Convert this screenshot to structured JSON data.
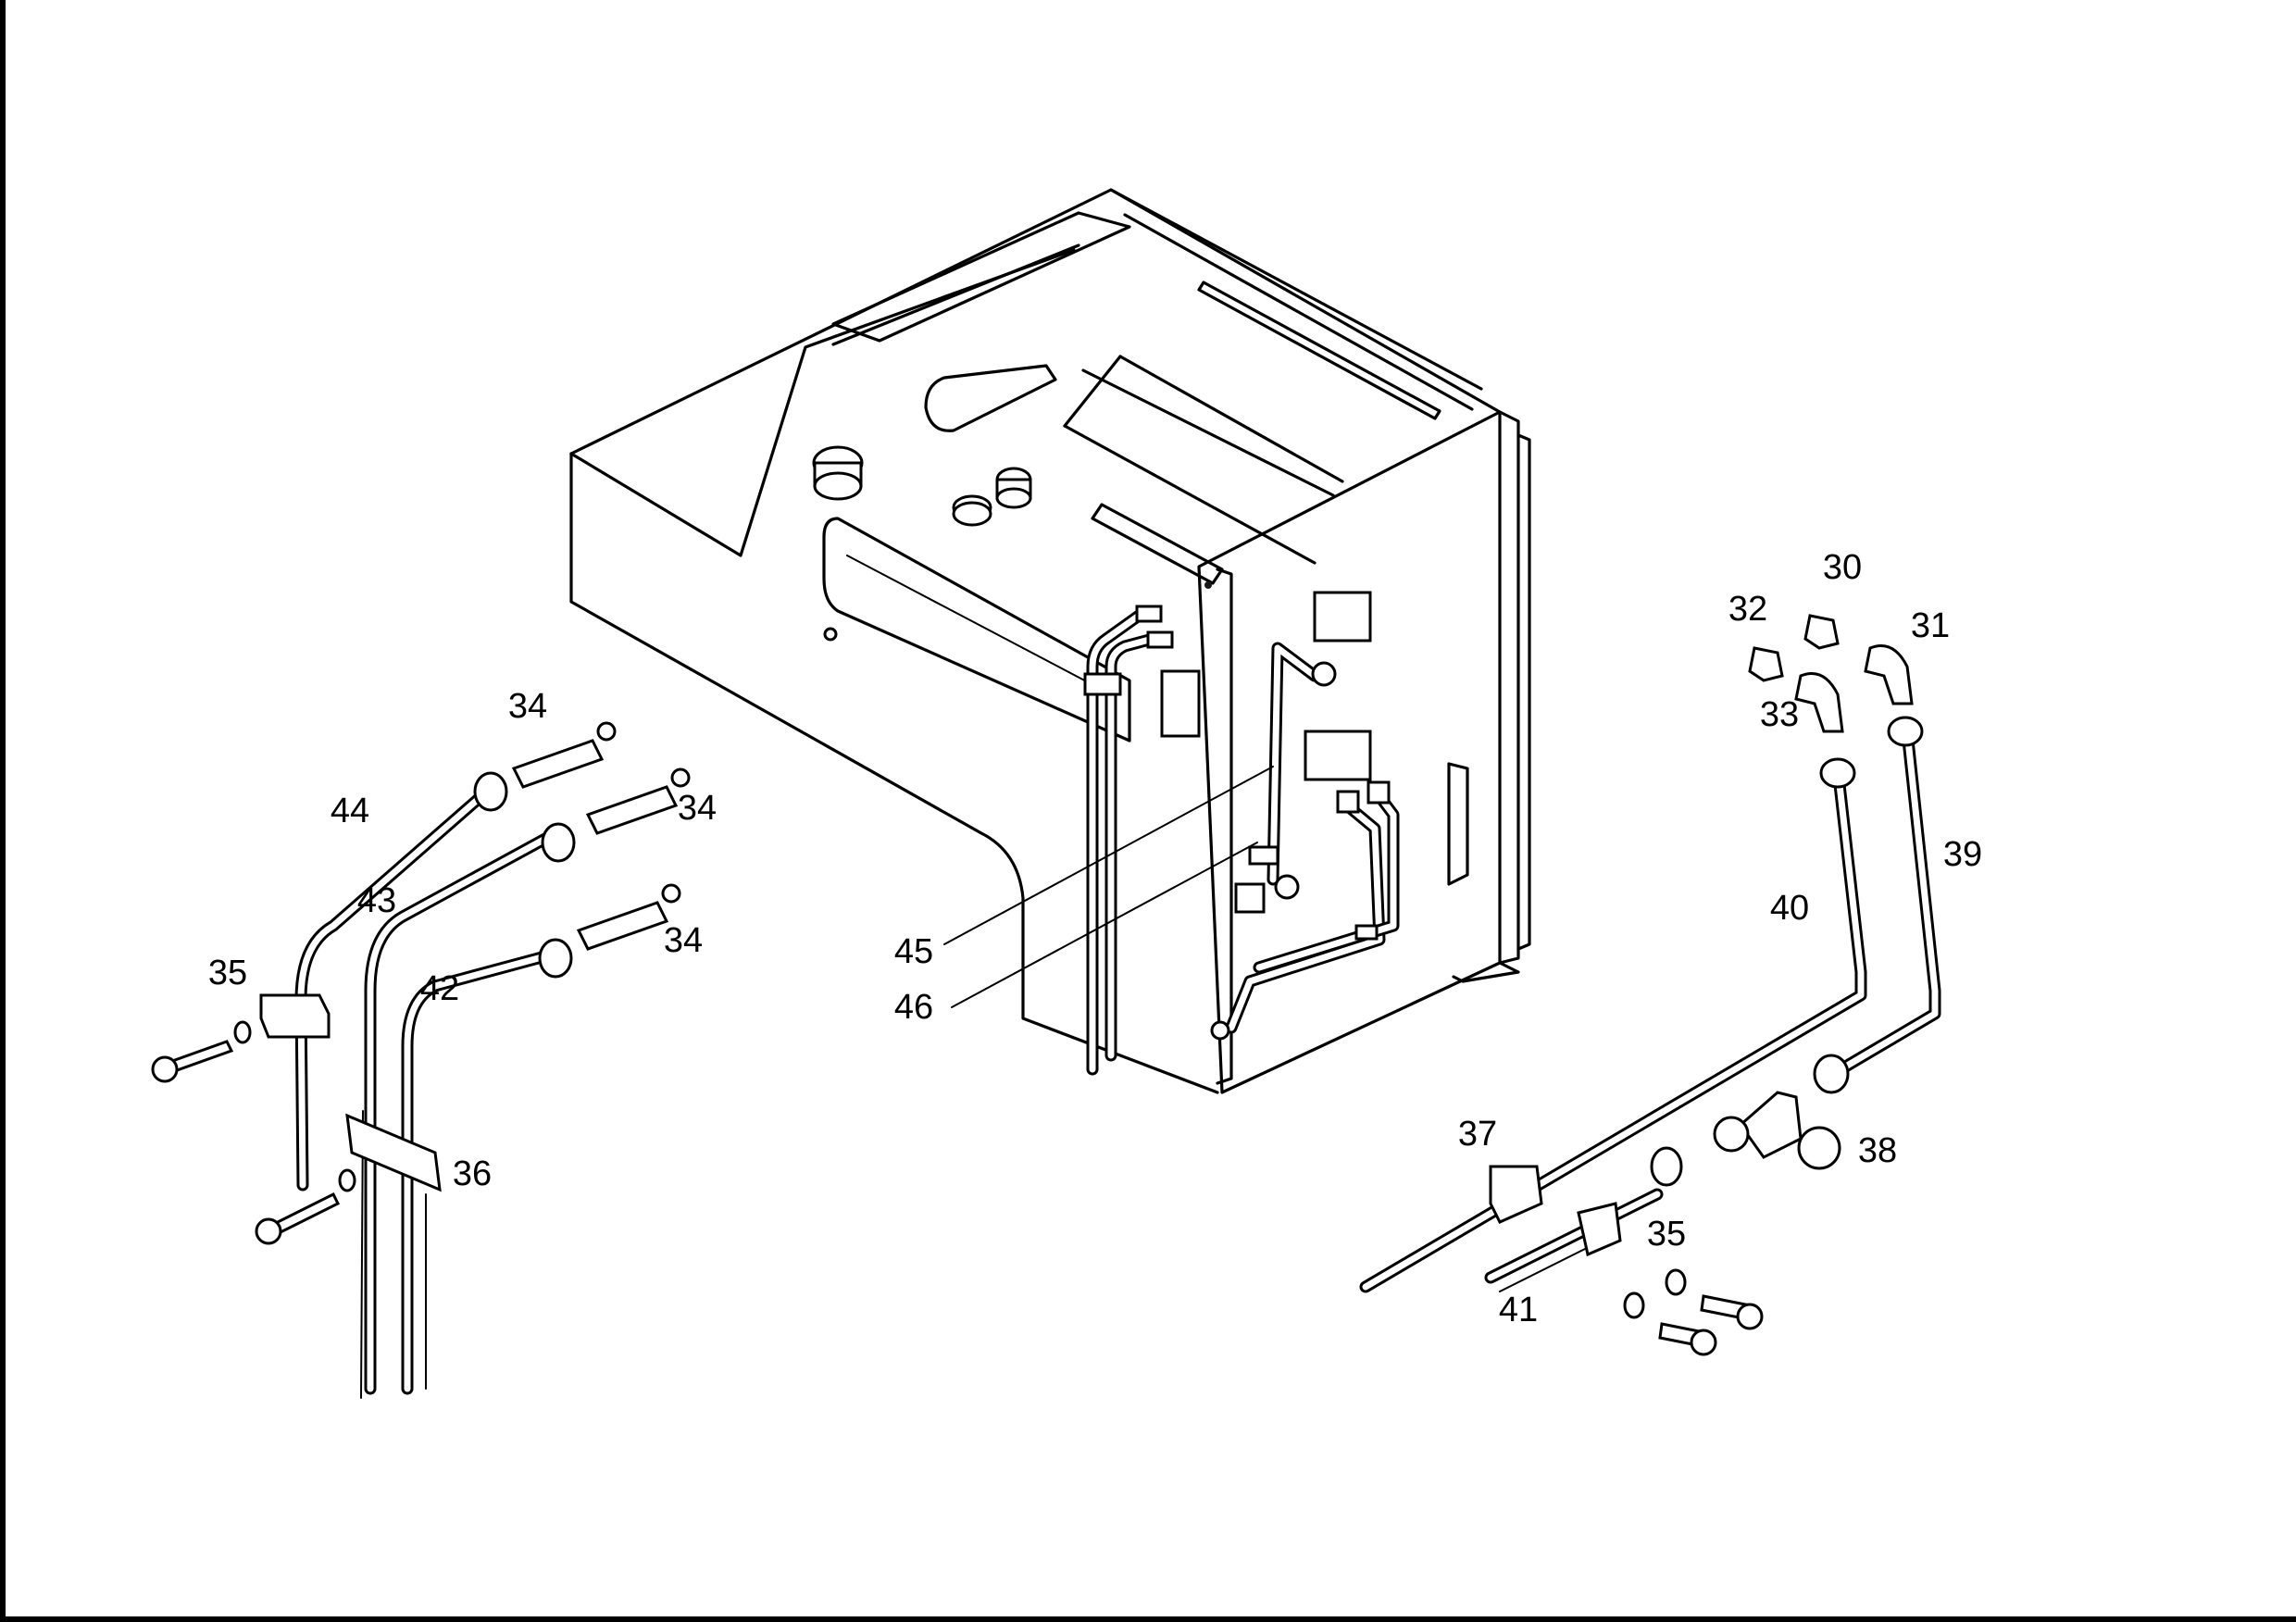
{
  "colors": {
    "background": "#ffffff",
    "ink": "#000000"
  },
  "callouts": [
    {
      "id": "c30",
      "text": "30"
    },
    {
      "id": "c31",
      "text": "31"
    },
    {
      "id": "c32",
      "text": "32"
    },
    {
      "id": "c33",
      "text": "33"
    },
    {
      "id": "c34a",
      "text": "34"
    },
    {
      "id": "c34b",
      "text": "34"
    },
    {
      "id": "c34c",
      "text": "34"
    },
    {
      "id": "c35a",
      "text": "35"
    },
    {
      "id": "c35b",
      "text": "35"
    },
    {
      "id": "c36",
      "text": "36"
    },
    {
      "id": "c37",
      "text": "37"
    },
    {
      "id": "c38",
      "text": "38"
    },
    {
      "id": "c39",
      "text": "39"
    },
    {
      "id": "c40",
      "text": "40"
    },
    {
      "id": "c41",
      "text": "41"
    },
    {
      "id": "c42",
      "text": "42"
    },
    {
      "id": "c43",
      "text": "43"
    },
    {
      "id": "c44",
      "text": "44"
    },
    {
      "id": "c45",
      "text": "45"
    },
    {
      "id": "c46",
      "text": "46"
    }
  ]
}
